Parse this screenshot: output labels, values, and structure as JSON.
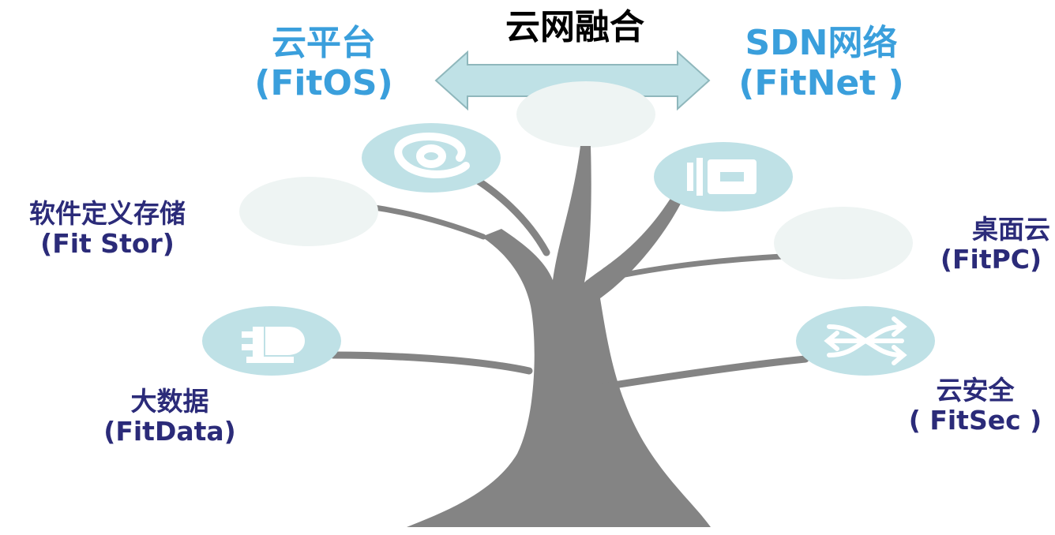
{
  "title": "云网融合",
  "labels": {
    "cloud_platform": {
      "name": "云平台",
      "sub": "(FitOS)"
    },
    "sdn_network": {
      "name": "SDN网络",
      "sub": "(FitNet )"
    },
    "software_storage": {
      "name": "软件定义存储",
      "sub": "(Fit Stor)"
    },
    "desktop_cloud": {
      "name": "桌面云",
      "sub": "(FitPC)"
    },
    "big_data": {
      "name": "大数据",
      "sub": "(FitData)"
    },
    "cloud_security": {
      "name": "云安全",
      "sub": "( FitSec )"
    }
  },
  "colors": {
    "title_text": "#000000",
    "accent_blue": "#3a9fdc",
    "dark_text": "#2b2b79",
    "trunk": "#848484",
    "circle_fill": "#bfe1e6",
    "circle_faint": "#eef4f3",
    "arrow_fill": "#bfe1e6",
    "arrow_stroke": "#8fb7bc"
  },
  "icons": [
    "at-icon",
    "plug-icon",
    "database-icon",
    "shuffle-icon"
  ]
}
